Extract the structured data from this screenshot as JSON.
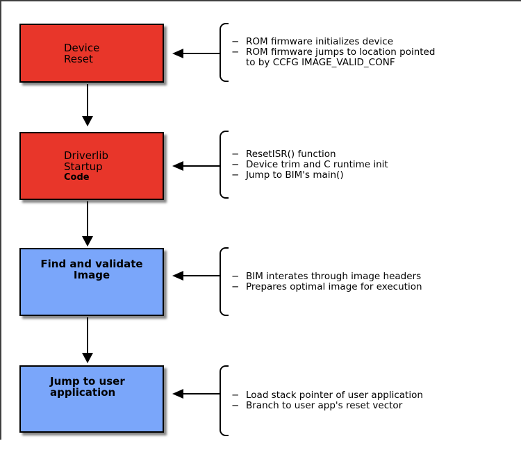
{
  "ui": {
    "bullet": "−"
  },
  "frame": {
    "border_color": "#3f3f3f"
  },
  "colors": {
    "reset_phase": "#e8362a",
    "bim_phase": "#7aa6fa",
    "arrow": "#000000"
  },
  "flow": {
    "steps": [
      {
        "id": "device-reset",
        "label_lines": [
          "Device",
          "Reset"
        ],
        "fill": "#e8362a",
        "notes": [
          [
            "ROM firmware initializes device"
          ],
          [
            "ROM firmware jumps to location pointed",
            "to by CCFG IMAGE_VALID_CONF"
          ]
        ]
      },
      {
        "id": "driverlib-startup-code",
        "label_lines": [
          "Driverlib",
          "Startup",
          "Code"
        ],
        "fill": "#e8362a",
        "notes": [
          [
            "ResetISR() function"
          ],
          [
            "Device trim and C runtime init"
          ],
          [
            "Jump to BIM's main()"
          ]
        ]
      },
      {
        "id": "find-and-validate-image",
        "label_lines": [
          "Find and validate",
          "Image"
        ],
        "fill": "#7aa6fa",
        "notes": [
          [
            "BIM interates through image headers"
          ],
          [
            "Prepares optimal image for execution"
          ]
        ]
      },
      {
        "id": "jump-to-user-application",
        "label_lines": [
          "Jump to user",
          "application"
        ],
        "fill": "#7aa6fa",
        "notes": [
          [
            "Load stack pointer of user application"
          ],
          [
            "Branch to user app's reset vector"
          ]
        ]
      }
    ]
  }
}
